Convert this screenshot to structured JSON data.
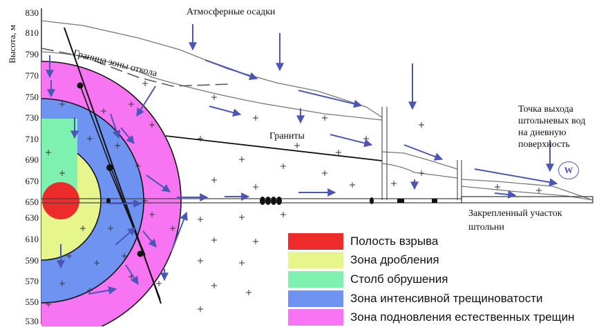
{
  "axis": {
    "label": "Высота, м",
    "ticks": [
      "830",
      "810",
      "790",
      "770",
      "750",
      "730",
      "710",
      "690",
      "670",
      "650",
      "630",
      "610",
      "590",
      "570",
      "550",
      "530"
    ]
  },
  "labels": {
    "precipitation": "Атмосферные осадки",
    "detachment_boundary": "Граница зоны откола",
    "granites": "Граниты",
    "outlet_point": [
      "Точка выхода",
      "штольневых вод",
      "на дневную",
      "поверхность"
    ],
    "secured_section": [
      "Закрепленный участок",
      "штольни"
    ],
    "outlet_marker": "W"
  },
  "legend": [
    {
      "label": "Полость взрыва",
      "color": "#ee2b2b"
    },
    {
      "label": "Зона дробления",
      "color": "#e6f58c"
    },
    {
      "label": "Столб обрушения",
      "color": "#7ef0b0"
    },
    {
      "label": "Зона интенсивной трещиноватости",
      "color": "#6f93f0"
    },
    {
      "label": "Зона подновления естественных трещин",
      "color": "#f774f2"
    }
  ],
  "colors": {
    "arrow": "#4a55b8",
    "ring_outer": "#f774f2",
    "ring_blue": "#6f93f0",
    "ring_yellow": "#e6f58c",
    "cavity": "#ee2b2b",
    "column": "#7ef0b0"
  }
}
